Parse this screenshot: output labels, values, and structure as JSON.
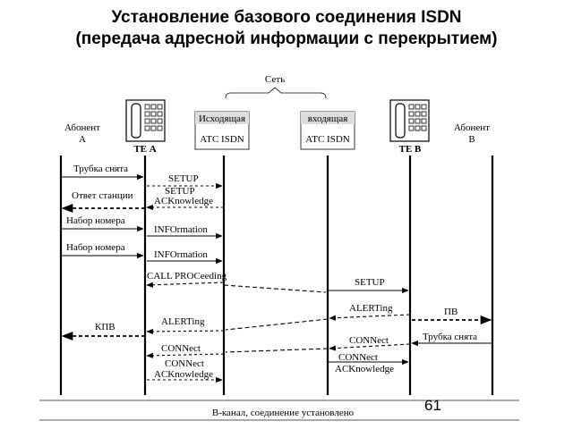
{
  "title": {
    "line1": "Установление базового соединения ISDN",
    "line2": "(передача адресной информации с перекрытием)"
  },
  "network_label": "Сеть",
  "nodes": {
    "subscriber_a": {
      "line1": "Абонент",
      "line2": "А"
    },
    "te_a": "ТЕ А",
    "originating_exchange": {
      "line1": "Исходящая",
      "line2": "АТС ISDN"
    },
    "terminating_exchange": {
      "line1": "входящая",
      "line2": "АТС ISDN"
    },
    "te_b": "ТЕ В",
    "subscriber_b": {
      "line1": "Абонент",
      "line2": "В"
    }
  },
  "messages": {
    "a_offhook": "Трубка снята",
    "setup_a": "SETUP",
    "setup_ack_1": "SETUP",
    "setup_ack_2": "ACKnowledge",
    "dial_tone": "Ответ станции",
    "dial_1": "Набор номера",
    "info_1": "INFOrmation",
    "dial_2": "Набор номера",
    "info_2": "INFOrmation",
    "call_proceeding": "CALL PROCeeding",
    "setup_b": "SETUP",
    "alerting_b": "ALERTing",
    "ringing": "ПВ",
    "alerting_a": "ALERTing",
    "ringback": "КПВ",
    "b_offhook": "Трубка снята",
    "connect_b": "CONNect",
    "connect_ack_b_1": "CONNect",
    "connect_ack_b_2": "ACKnowledge",
    "connect_a": "CONNect",
    "connect_ack_a_1": "CONNect",
    "connect_ack_a_2": "ACKnowledge"
  },
  "footer": "В-канал, соединение установлено",
  "slide_number": "61"
}
